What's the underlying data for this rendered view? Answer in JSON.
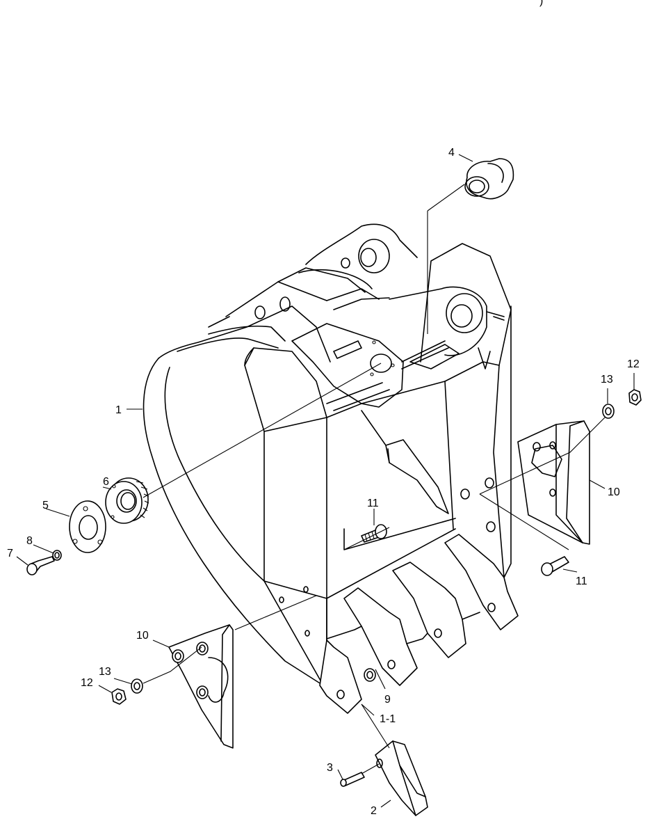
{
  "header": {
    "partial_caption": ")"
  },
  "callouts": [
    {
      "id": "c1",
      "text": "1"
    },
    {
      "id": "c1-1",
      "text": "1-1"
    },
    {
      "id": "c2",
      "text": "2"
    },
    {
      "id": "c3",
      "text": "3"
    },
    {
      "id": "c4",
      "text": "4"
    },
    {
      "id": "c5",
      "text": "5"
    },
    {
      "id": "c6",
      "text": "6"
    },
    {
      "id": "c7",
      "text": "7"
    },
    {
      "id": "c8",
      "text": "8"
    },
    {
      "id": "c9",
      "text": "9"
    },
    {
      "id": "c10a",
      "text": "10"
    },
    {
      "id": "c10b",
      "text": "10"
    },
    {
      "id": "c11a",
      "text": "11"
    },
    {
      "id": "c11b",
      "text": "11"
    },
    {
      "id": "c12a",
      "text": "12"
    },
    {
      "id": "c12b",
      "text": "12"
    },
    {
      "id": "c13a",
      "text": "13"
    },
    {
      "id": "c13b",
      "text": "13"
    }
  ]
}
